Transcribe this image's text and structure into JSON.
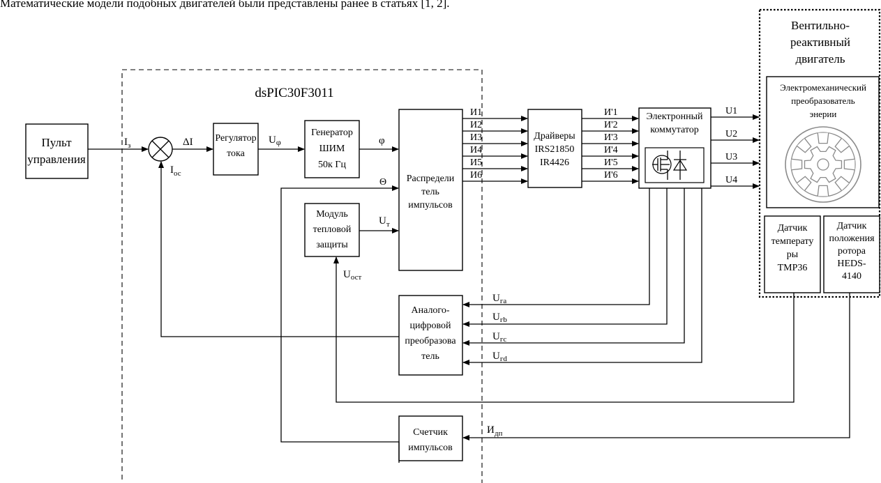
{
  "intro_text": "Математические модели подобных двигателей были представлены ранее в статьях [1, 2].",
  "mcu_label": "dsPIC30F3011",
  "motor_group": {
    "title_lines": [
      "Вентильно-",
      "реактивный",
      "двигатель"
    ],
    "converter_lines": [
      "Электромеханический",
      "преобразователь",
      "энерии"
    ]
  },
  "blocks": {
    "remote": [
      "Пульт",
      "управления"
    ],
    "current_regulator": [
      "Регулятор",
      "тока"
    ],
    "pwm_generator": [
      "Генератор",
      "ШИМ",
      "50к Гц"
    ],
    "distributor": [
      "Распредели",
      "тель",
      "импульсов"
    ],
    "thermal_module": [
      "Модуль",
      "тепловой",
      "защиты"
    ],
    "drivers": [
      "Драйверы",
      "IRS21850",
      "IR4426"
    ],
    "commutator": [
      "Электронный",
      "коммутатор"
    ],
    "adc": [
      "Аналого-",
      "цифровой",
      "преобразова",
      "тель"
    ],
    "counter": [
      "Счетчик",
      "импульсов"
    ],
    "temp_sensor": [
      "Датчик",
      "температу",
      "ры",
      "TMP36"
    ],
    "pos_sensor": [
      "Датчик",
      "положения",
      "ротора",
      "HEDS-",
      "4140"
    ]
  },
  "signals": {
    "i_set": {
      "main": "I",
      "sub": "з"
    },
    "delta_i": "ΔI",
    "i_fb": {
      "main": "I",
      "sub": "ос"
    },
    "u_phi": {
      "main": "U",
      "sub": "φ"
    },
    "phi": "φ",
    "theta": "Θ",
    "u_t": {
      "main": "U",
      "sub": "т"
    },
    "u_ost": {
      "main": "U",
      "sub": "ост"
    },
    "dist_out": [
      "И1",
      "И2",
      "И3",
      "И4",
      "И5",
      "И6"
    ],
    "drv_out": [
      "И'1",
      "И'2",
      "И'3",
      "И'4",
      "И'5",
      "И'6"
    ],
    "phases": [
      "U1",
      "U2",
      "U3",
      "U4"
    ],
    "adc_in": [
      {
        "main": "U",
        "sub": "га"
      },
      {
        "main": "U",
        "sub": "гb"
      },
      {
        "main": "U",
        "sub": "гc"
      },
      {
        "main": "U",
        "sub": "гd"
      }
    ],
    "i_dp": {
      "main": "И",
      "sub": "дп"
    }
  }
}
